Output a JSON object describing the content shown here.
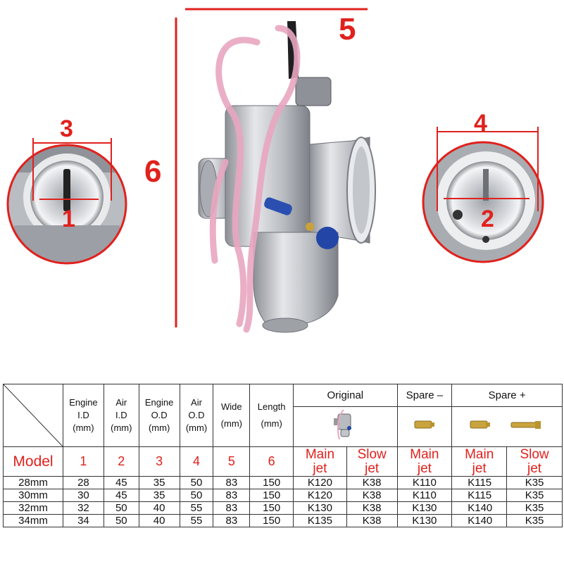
{
  "dimensions": {
    "wide_label": "5",
    "height_label": "6",
    "left_view_outer": "3",
    "left_view_inner": "1",
    "right_view_outer": "4",
    "right_view_inner": "2"
  },
  "table": {
    "headers": [
      {
        "line1": "Engine",
        "line2": "I.D",
        "line3": "(mm)"
      },
      {
        "line1": "Air",
        "line2": "I.D",
        "line3": "(mm)"
      },
      {
        "line1": "Engine",
        "line2": "O.D",
        "line3": "(mm)"
      },
      {
        "line1": "Air",
        "line2": "O.D",
        "line3": "(mm)"
      },
      {
        "line1": "Wide",
        "line2": "",
        "line3": "(mm)"
      },
      {
        "line1": "Length",
        "line2": "",
        "line3": "(mm)"
      }
    ],
    "groups": {
      "original": "Original",
      "spare_minus": "Spare –",
      "spare_plus": "Spare +"
    },
    "model_label": "Model",
    "col_numbers": [
      "1",
      "2",
      "3",
      "4",
      "5",
      "6"
    ],
    "jet_labels": {
      "orig_main": [
        "Main",
        "jet"
      ],
      "orig_slow": [
        "Slow",
        "jet"
      ],
      "minus_main": [
        "Main",
        "jet"
      ],
      "plus_main": [
        "Main",
        "jet"
      ],
      "plus_slow": [
        "Slow",
        "jet"
      ]
    },
    "rows": [
      [
        "28mm",
        "28",
        "45",
        "35",
        "50",
        "83",
        "150",
        "K120",
        "K38",
        "K110",
        "K115",
        "K35"
      ],
      [
        "30mm",
        "30",
        "45",
        "35",
        "50",
        "83",
        "150",
        "K120",
        "K38",
        "K110",
        "K115",
        "K35"
      ],
      [
        "32mm",
        "32",
        "50",
        "40",
        "55",
        "83",
        "150",
        "K130",
        "K38",
        "K130",
        "K140",
        "K35"
      ],
      [
        "34mm",
        "34",
        "50",
        "40",
        "55",
        "83",
        "150",
        "K135",
        "K38",
        "K130",
        "K140",
        "K35"
      ]
    ]
  },
  "colors": {
    "accent_red": "#e0211d",
    "hose_pink": "#e8a7c0",
    "body_silver": "#c9cbd0",
    "fitting_blue": "#2a4fb0"
  }
}
